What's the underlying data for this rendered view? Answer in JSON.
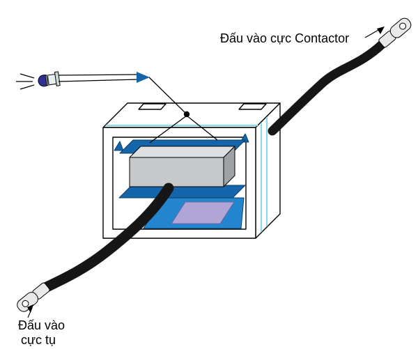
{
  "labels": {
    "contactor_terminal": "Đấu vào cực Contactor",
    "capacitor_terminal_line1": "Đấu vào",
    "capacitor_terminal_line2": "cực tụ"
  },
  "colors": {
    "background": "#ffffff",
    "line": "#000000",
    "cable": "#161616",
    "accent_cyan": "#8fd8ec",
    "plate_blue": "#1565ab",
    "floor_blue": "#2285cd",
    "diode_blue": "#1565ab",
    "led_navy": "#2e3192",
    "block_top_gray": "#dddfe1",
    "block_front_gray": "#c6c9cb",
    "block_side_gray": "#9ea2a5",
    "purple_panel": "#b0a6d6",
    "lug_fill": "#e9e9e9"
  }
}
